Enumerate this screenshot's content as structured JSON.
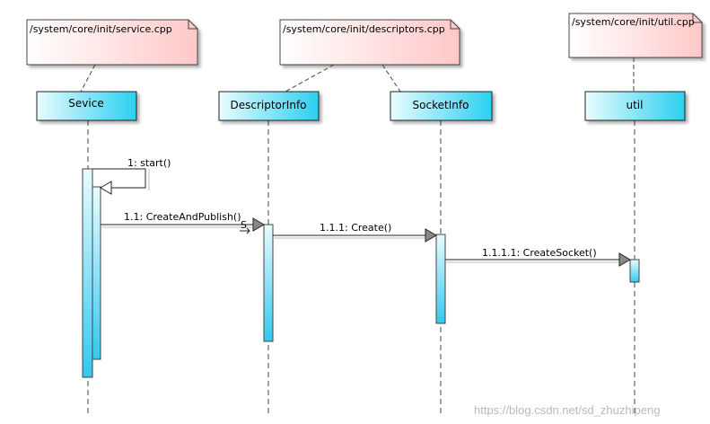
{
  "notes": {
    "service": "/system/core/init/service.cpp",
    "descriptors": "/system/core/init/descriptors.cpp",
    "util": "/system/core/init/util.cpp"
  },
  "lifelines": {
    "service": "Sevice",
    "descriptor_info": "DescriptorInfo",
    "socket_info": "SocketInfo",
    "util": "util"
  },
  "messages": {
    "m1": "1: start()",
    "m1_1": "1.1: CreateAndPublish()",
    "m1_1_1": "1.1.1: Create()",
    "m1_1_1_1": "1.1.1.1: CreateSocket()"
  },
  "stereotype_mark": "S",
  "watermark": "https://blog.csdn.net/sd_zhuzhipeng",
  "colors": {
    "note_grad_start": "#ffffff",
    "note_grad_end": "#ffc8c8",
    "box_grad_start": "#e8fcff",
    "box_grad_end": "#2ad0f0",
    "activation_start": "#e8fcff",
    "activation_end": "#33c8f0"
  }
}
